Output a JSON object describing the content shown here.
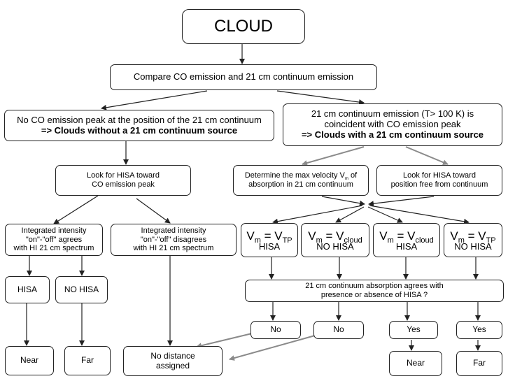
{
  "nodes": {
    "cloud": "CLOUD",
    "compare": "Compare CO emission and 21 cm continuum emission",
    "left_top": {
      "line1": "No CO emission peak at the position of the 21 cm continuum",
      "line2": "=> Clouds without a 21 cm continuum source"
    },
    "right_top": {
      "line1": "21 cm continuum emission (T> 100 K) is",
      "line2": "coincident with CO emission peak",
      "line3": "=> Clouds with a 21 cm continuum source"
    },
    "look_hisa_co": {
      "line1": "Look for HISA toward",
      "line2": "CO emission peak"
    },
    "determine_vm": {
      "line1_pre": "Determine the max velocity V",
      "line1_sub": "m",
      "line1_post": " of",
      "line2": "absorption in 21 cm continuum"
    },
    "look_hisa_free": {
      "line1": "Look for HISA toward",
      "line2": "position free from continuum"
    },
    "agrees": {
      "line1": "Integrated intensity",
      "line2": "\"on\"-\"off\" agrees",
      "line3": "with HI 21 cm spectrum"
    },
    "disagrees": {
      "line1": "Integrated intensity",
      "line2": "\"on\"-\"off\" disagrees",
      "line3": "with HI 21 cm spectrum"
    },
    "vm_cases": [
      {
        "v": "V",
        "m": "m",
        "eq": " = V",
        "sub": "TP",
        "label": "HISA"
      },
      {
        "v": "V",
        "m": "m",
        "eq": " = V",
        "sub": "cloud",
        "label": "NO HISA"
      },
      {
        "v": "V",
        "m": "m",
        "eq": " = V",
        "sub": "cloud",
        "label": "HISA"
      },
      {
        "v": "V",
        "m": "m",
        "eq": " = V",
        "sub": "TP",
        "label": "NO HISA"
      }
    ],
    "hisa": "HISA",
    "no_hisa": "NO HISA",
    "absorption_check": {
      "line1": "21 cm continuum absorption agrees with",
      "line2": "presence or absence of HISA ?"
    },
    "no1": "No",
    "no2": "No",
    "yes1": "Yes",
    "yes2": "Yes",
    "near_left": "Near",
    "far_left": "Far",
    "no_distance": {
      "line1": "No distance",
      "line2": "assigned"
    },
    "near_right": "Near",
    "far_right": "Far"
  },
  "colors": {
    "arrow": "#222222",
    "grey_arrow": "#8a8a8a",
    "border": "#222222"
  }
}
